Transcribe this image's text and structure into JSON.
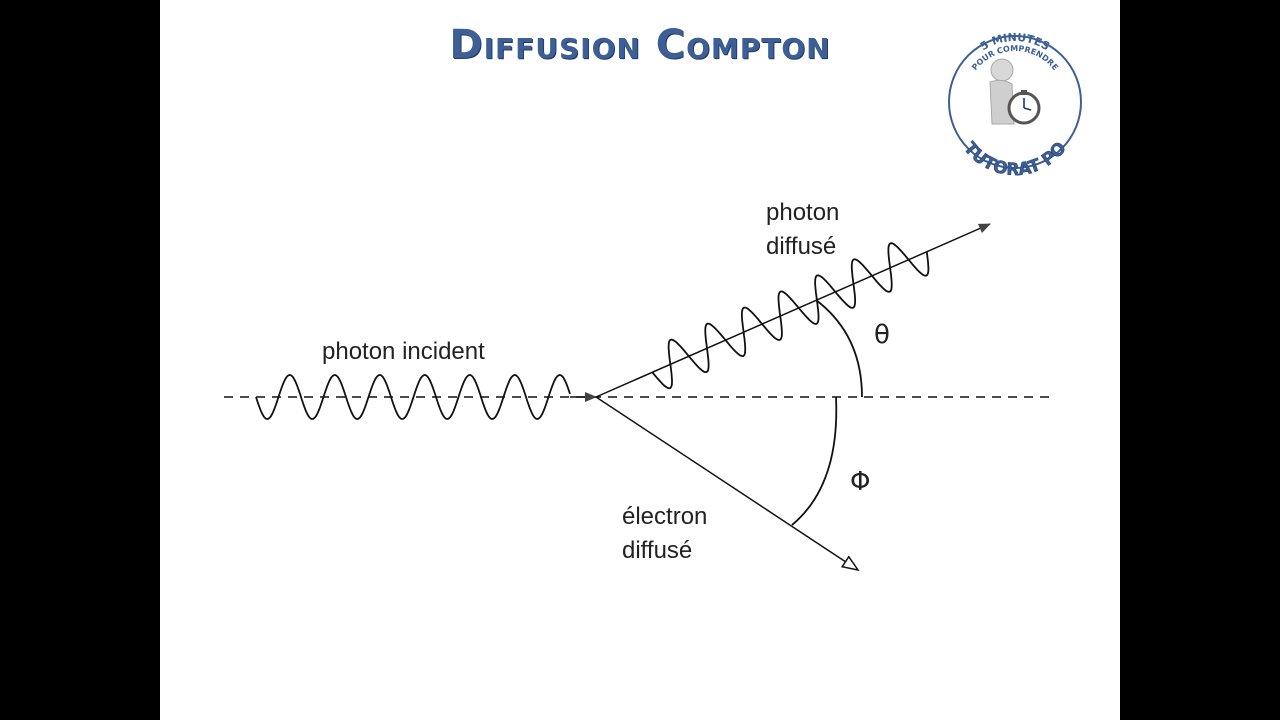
{
  "slide": {
    "title": "Diffusion Compton"
  },
  "logo": {
    "top_text": "5 MINUTES",
    "middle_text": "POUR COMPRENDRE",
    "bottom_text": "TUTORAT PO",
    "icon": "person-with-stopwatch-icon",
    "color": "#3d5f96"
  },
  "diagram": {
    "incident_label": "photon incident",
    "scattered_photon_label_line1": "photon",
    "scattered_photon_label_line2": "diffusé",
    "electron_label_line1": "électron",
    "electron_label_line2": "diffusé",
    "theta_symbol": "θ",
    "phi_symbol": "Φ"
  },
  "colors": {
    "title": "#3d5f96",
    "lines": "#111111",
    "background_side": "#000000",
    "background_slide": "#ffffff"
  }
}
